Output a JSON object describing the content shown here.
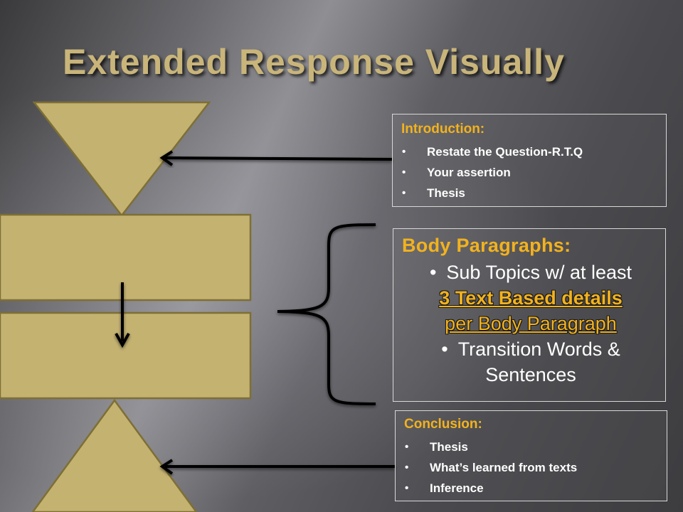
{
  "title": "Extended Response Visually",
  "colors": {
    "shape_fill": "#c4b271",
    "shape_stroke": "#7e6f34",
    "heading_accent": "#f2b21e",
    "arrow": "#000000"
  },
  "introduction": {
    "heading": "Introduction:",
    "items": [
      "Restate the Question-R.T.Q",
      "Your assertion",
      "Thesis"
    ]
  },
  "body": {
    "heading": "Body Paragraphs:",
    "item1_text": "Sub Topics w/ at least",
    "item1_emph1": "3 Text Based details",
    "item1_emph2": "per Body Paragraph",
    "item2_text": "Transition Words & Sentences"
  },
  "conclusion": {
    "heading": "Conclusion:",
    "items": [
      "Thesis",
      "What’s learned from texts",
      "Inference"
    ]
  }
}
